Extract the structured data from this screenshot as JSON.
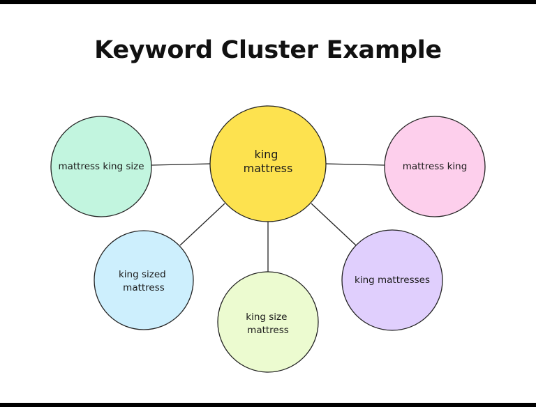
{
  "title": "Keyword Cluster Example",
  "center": {
    "lines": [
      "king",
      "mattress"
    ],
    "color": "#fde24f"
  },
  "nodes": [
    {
      "lines": [
        "mattress king size"
      ],
      "color": "#c2f5df"
    },
    {
      "lines": [
        "mattress king"
      ],
      "color": "#fdcfec"
    },
    {
      "lines": [
        "king sized",
        "mattress"
      ],
      "color": "#cdeffd"
    },
    {
      "lines": [
        "king size",
        "mattress"
      ],
      "color": "#ecfbd0"
    },
    {
      "lines": [
        "king mattresses"
      ],
      "color": "#e0cffd"
    }
  ],
  "stroke_color": "#222222"
}
